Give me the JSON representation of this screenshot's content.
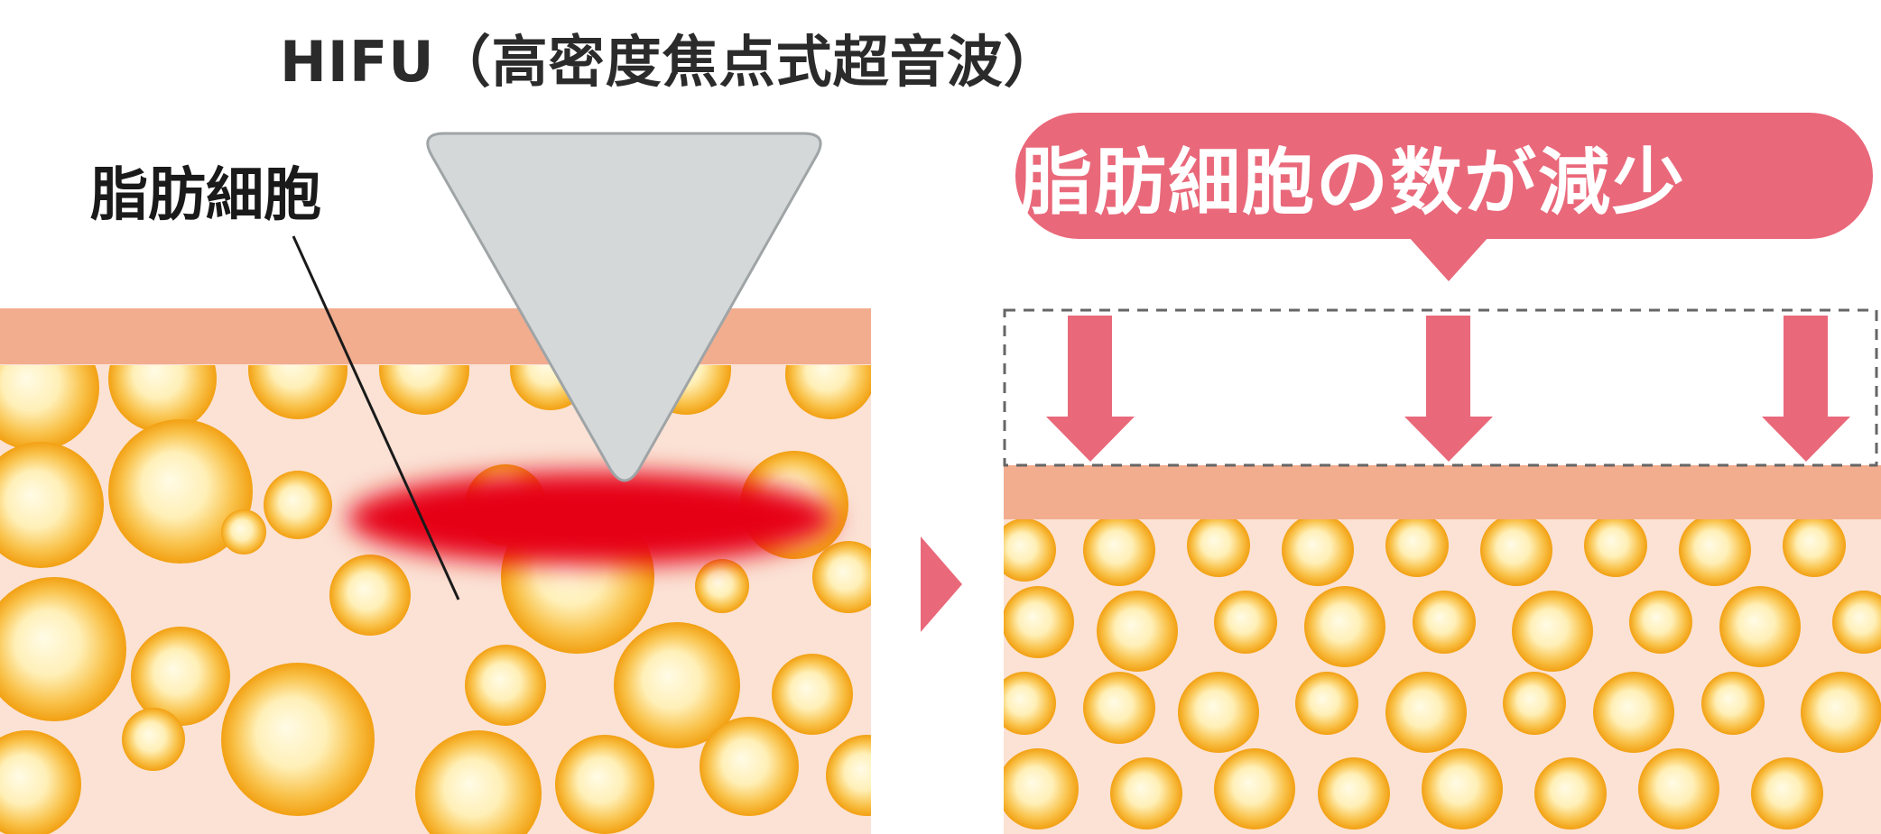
{
  "title": "HIFU（高密度焦点式超音波）",
  "label": "脂肪細胞",
  "bubble": "脂肪細胞の数が減少",
  "icons": {
    "probe": "transducer-triangle-icon",
    "next": "play-arrow-icon",
    "down": "down-arrow-icon"
  },
  "colors": {
    "skin": "#f2ad8f",
    "tissue": "#fbe2d5",
    "fat_outer": "#f5a312",
    "fat_inner": "#fff6d0",
    "heat": "#e60012",
    "probe": "#d2d7d8",
    "accent": "#e9687a"
  }
}
